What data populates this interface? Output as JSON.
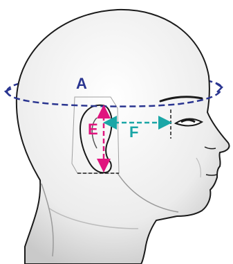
{
  "labels": {
    "a": "A",
    "e": "E",
    "f": "F"
  },
  "colors": {
    "a_line": "#2a3590",
    "e_line": "#e0147e",
    "f_line": "#1aa6a6",
    "outline": "#1a1a1a",
    "skin": "#f2f2f2",
    "shade": "#d0d0d0"
  },
  "icons": {
    "head": "head-profile-icon",
    "ear": "ear-icon",
    "eye": "eye-icon"
  }
}
